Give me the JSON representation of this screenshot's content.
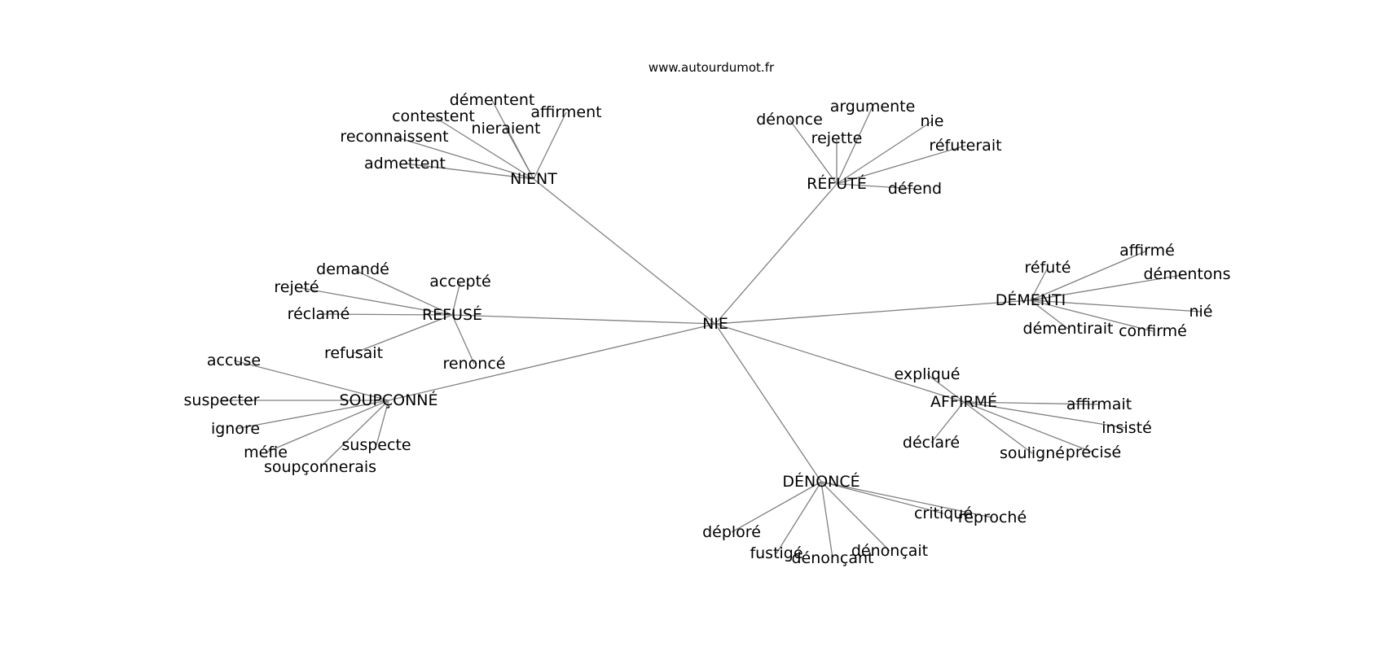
{
  "watermark": "www.autourdumot.fr",
  "center": {
    "id": "nie_center",
    "label": "NIE"
  },
  "clusters": [
    {
      "id": "nient",
      "label": "NIENT",
      "leaves": [
        "démentent",
        "affirment",
        "contestent",
        "nieraient",
        "reconnaissent",
        "admettent"
      ]
    },
    {
      "id": "refute",
      "label": "RÉFUTÉ",
      "leaves": [
        "argumente",
        "dénonce",
        "nie",
        "rejette",
        "réfuterait",
        "défend"
      ]
    },
    {
      "id": "refuse",
      "label": "REFUSÉ",
      "leaves": [
        "demandé",
        "accepté",
        "rejeté",
        "réclamé",
        "refusait",
        "renoncé"
      ]
    },
    {
      "id": "soupconne",
      "label": "SOUPÇONNÉ",
      "leaves": [
        "accuse",
        "suspecter",
        "ignore",
        "méfie",
        "suspecte",
        "soupçonnerais"
      ]
    },
    {
      "id": "dementi",
      "label": "DÉMENTI",
      "leaves": [
        "affirmé",
        "réfuté",
        "démentons",
        "nié",
        "démentirait",
        "confirmé"
      ]
    },
    {
      "id": "affirme",
      "label": "AFFIRMÉ",
      "leaves": [
        "expliqué",
        "affirmait",
        "insisté",
        "déclaré",
        "souligné",
        "précisé"
      ]
    },
    {
      "id": "denonce",
      "label": "DÉNONCÉ",
      "leaves": [
        "critiqué",
        "reproché",
        "déploré",
        "dénonçait",
        "fustigé",
        "dénonçant"
      ]
    }
  ]
}
